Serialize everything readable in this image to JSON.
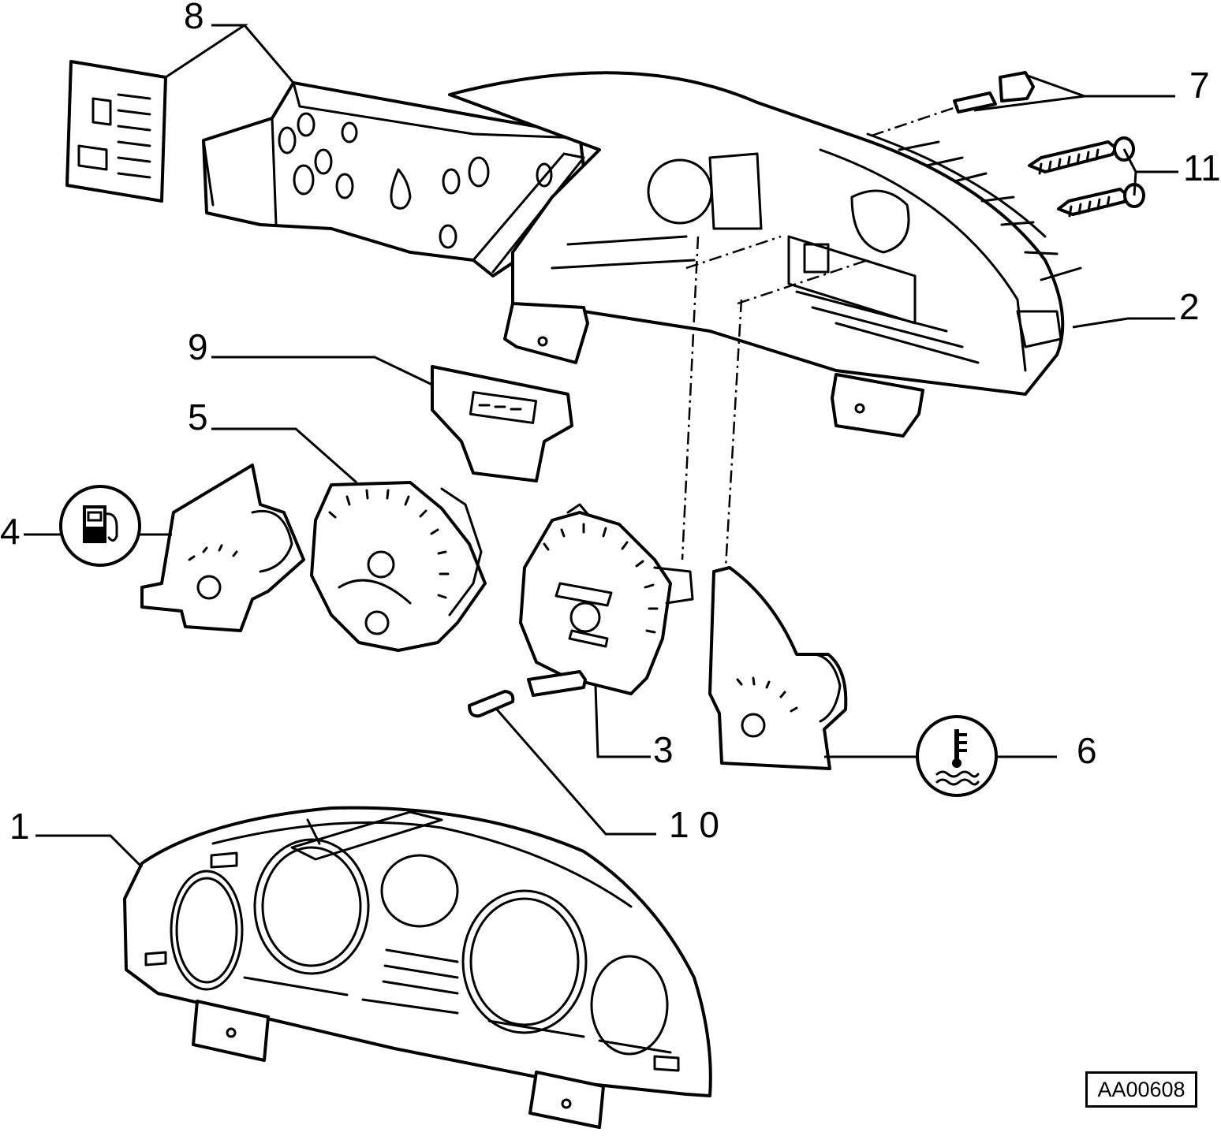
{
  "figure": {
    "reference_code": "AA00608",
    "callouts": [
      "1",
      "2",
      "3",
      "4",
      "5",
      "6",
      "7",
      "8",
      "9",
      "1 0",
      "11"
    ],
    "icons": {
      "fuel": "fuel-pump-icon",
      "coolant": "coolant-temperature-icon"
    }
  }
}
